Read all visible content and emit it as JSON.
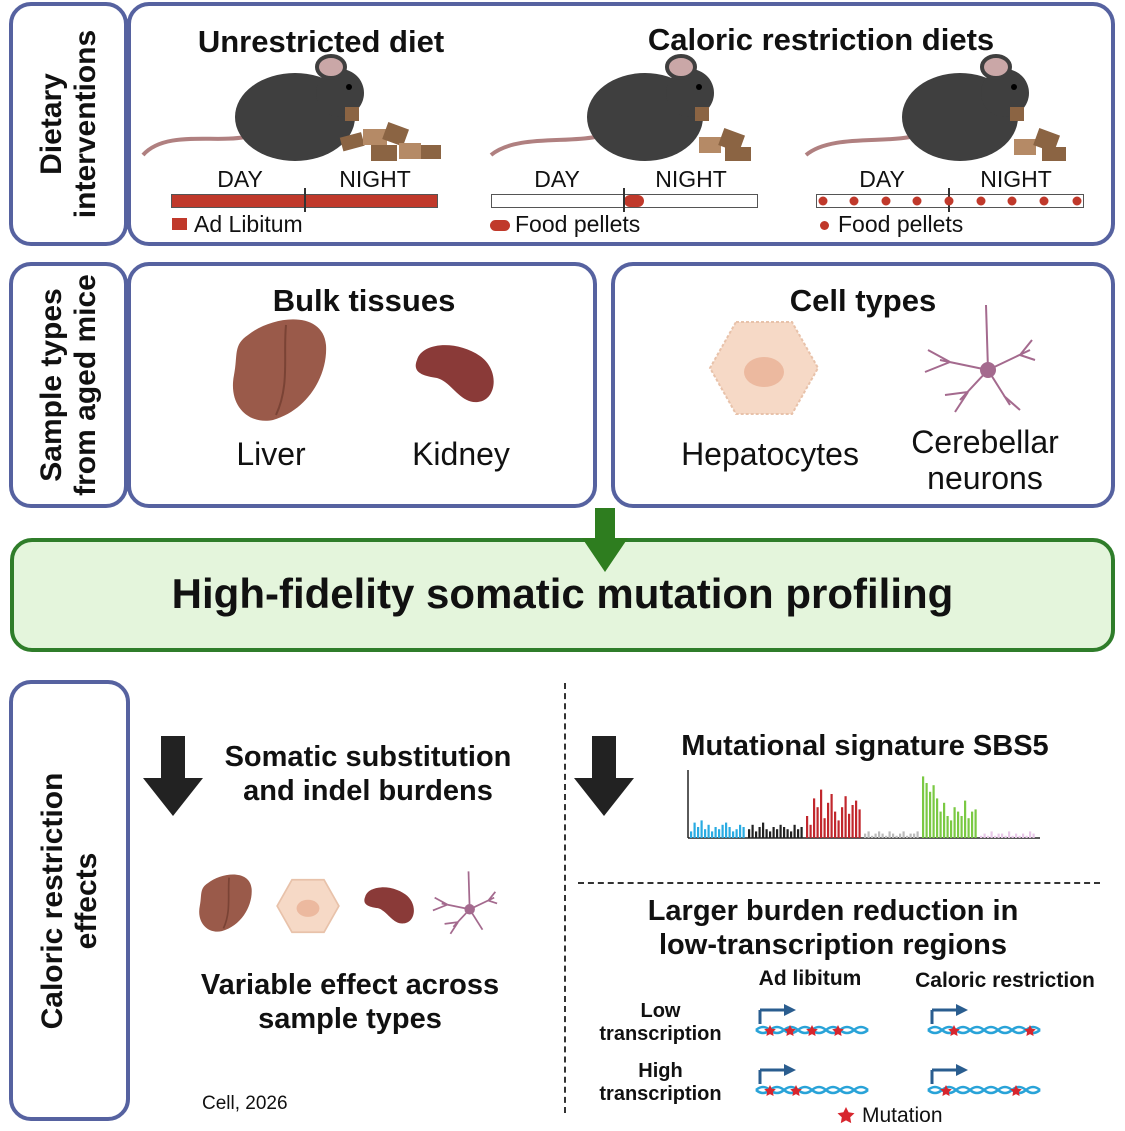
{
  "row1": {
    "side_label_lines": [
      "Dietary",
      "interventions"
    ],
    "unrestricted_title": "Unrestricted diet",
    "restriction_title": "Caloric restriction diets",
    "day_label": "DAY",
    "night_label": "NIGHT",
    "legend_ad_libitum": "Ad Libitum",
    "legend_food_pellets_1": "Food pellets",
    "legend_food_pellets_2": "Food pellets"
  },
  "row2": {
    "side_label_lines": [
      "Sample types",
      "from aged mice"
    ],
    "bulk_title": "Bulk tissues",
    "liver": "Liver",
    "kidney": "Kidney",
    "cell_title": "Cell types",
    "hepatocytes": "Hepatocytes",
    "neurons_lines": [
      "Cerebellar",
      "neurons"
    ]
  },
  "banner": {
    "text": "High-fidelity somatic mutation profiling"
  },
  "row3": {
    "side_label_lines": [
      "Caloric restriction",
      "effects"
    ],
    "burden_lines": [
      "Somatic substitution",
      "and indel burdens"
    ],
    "variable_lines": [
      "Variable effect across",
      "sample types"
    ],
    "signature_title": "Mutational signature SBS5",
    "reduction_lines": [
      "Larger burden reduction in",
      "low-transcription regions"
    ],
    "col_ad_libitum": "Ad libitum",
    "col_caloric_restriction": "Caloric restriction",
    "row_low_lines": [
      "Low",
      "transcription"
    ],
    "row_high_lines": [
      "High",
      "transcription"
    ],
    "mutation_legend": "Mutation",
    "citation": "Cell, 2026"
  },
  "colors": {
    "panel_border": "#5662a0",
    "diet_red": "#c0392b",
    "banner_fill": "#e4f5dc",
    "banner_border": "#2f7d2a",
    "arrow_green": "#2e7d1f",
    "mouse": "#3f3f3f",
    "organ": "#9a5a4a",
    "kidney": "#8a3a38",
    "cell": "#f6d9c6",
    "neuron": "#a46a8e",
    "sbs_blue": "#29abe2",
    "sbs_black": "#222222",
    "sbs_red": "#c1272d",
    "sbs_grey": "#bbbbbb",
    "sbs_green": "#7ac943",
    "sbs_pink": "#e8c8e8",
    "dna_blue": "#29a3d8",
    "promoter": "#2a5d8f"
  },
  "chart_data": {
    "type": "bar",
    "title": "Mutational signature SBS5",
    "series": [
      {
        "values": [
          3,
          7,
          5,
          8,
          4,
          6,
          3,
          5,
          4,
          6,
          7,
          5,
          3,
          4,
          6,
          5
        ]
      },
      {
        "values": [
          4,
          6,
          3,
          5,
          7,
          4,
          3,
          5,
          4,
          6,
          5,
          4,
          3,
          6,
          4,
          5
        ]
      },
      {
        "values": [
          10,
          6,
          18,
          14,
          22,
          9,
          16,
          20,
          12,
          8,
          14,
          19,
          11,
          15,
          17,
          13
        ]
      },
      {
        "values": [
          2,
          3,
          1,
          2,
          3,
          2,
          1,
          3,
          2,
          1,
          2,
          3,
          1,
          2,
          2,
          3
        ]
      },
      {
        "values": [
          28,
          25,
          21,
          24,
          18,
          12,
          16,
          10,
          8,
          14,
          12,
          10,
          17,
          9,
          12,
          13
        ]
      },
      {
        "values": [
          1,
          2,
          1,
          3,
          1,
          2,
          2,
          1,
          3,
          1,
          2,
          1,
          2,
          1,
          3,
          2
        ]
      }
    ]
  }
}
